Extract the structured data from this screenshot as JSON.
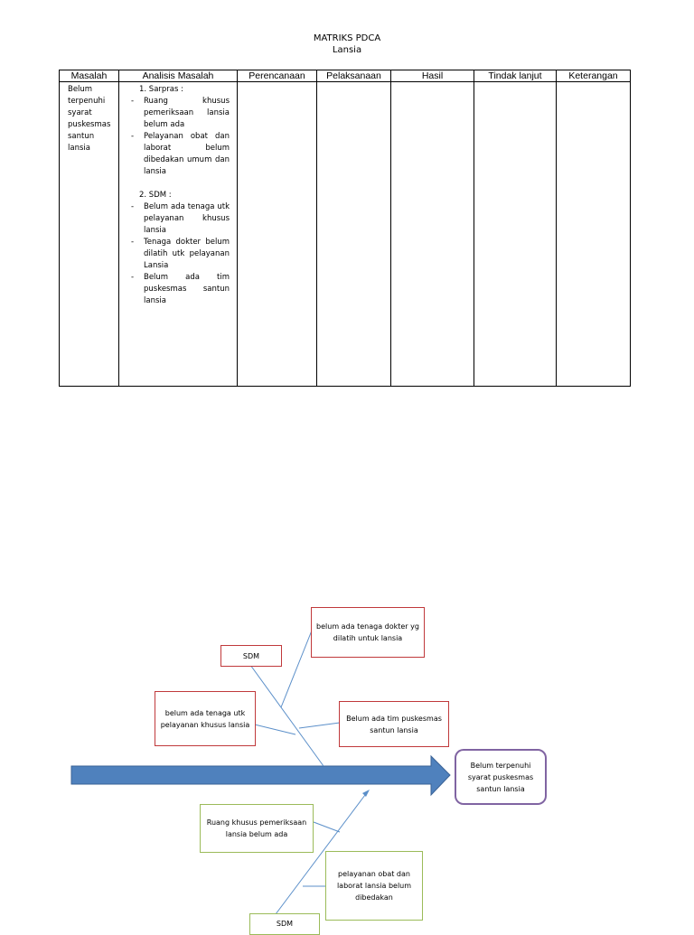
{
  "document": {
    "title": "MATRIKS PDCA",
    "subtitle": "Lansia"
  },
  "matrix": {
    "headers": [
      "Masalah",
      "Analisis Masalah",
      "Perencanaan",
      "Pelaksanaan",
      "Hasil",
      "Tindak lanjut",
      "Keterangan"
    ],
    "masalah": "Belum terpenuhi syarat puskesmas santun lansia",
    "analisis": {
      "group1_title": "1.   Sarpras :",
      "group1_items": [
        "Ruang khusus pemeriksaan lansia belum ada",
        "Pelayanan obat dan laborat belum dibedakan umum dan lansia"
      ],
      "group2_title": "2.   SDM :",
      "group2_items": [
        "Belum ada tenaga utk pelayanan khusus lansia",
        "Tenaga dokter belum dilatih utk pelayanan Lansia",
        "Belum ada tim puskesmas santun lansia"
      ]
    }
  },
  "fishbone": {
    "head": "Belum terpenuhi syarat puskesmas santun lansia",
    "top_category": "SDM",
    "bottom_category": "SDM",
    "top_causes": [
      "belum ada tenaga dokter yg dilatih untuk lansia",
      "belum ada tenaga utk pelayanan khusus lansia",
      "Belum ada tim puskesmas santun lansia"
    ],
    "bottom_causes": [
      "Ruang khusus pemeriksaan lansia belum ada",
      "pelayanan obat dan laborat lansia belum dibedakan"
    ],
    "colors": {
      "arrow": "#4f81bd",
      "bone": "#5b8fc9",
      "human_resources": "#c0393b",
      "facilities": "#9bbb59",
      "effect": "#8064a2"
    }
  }
}
